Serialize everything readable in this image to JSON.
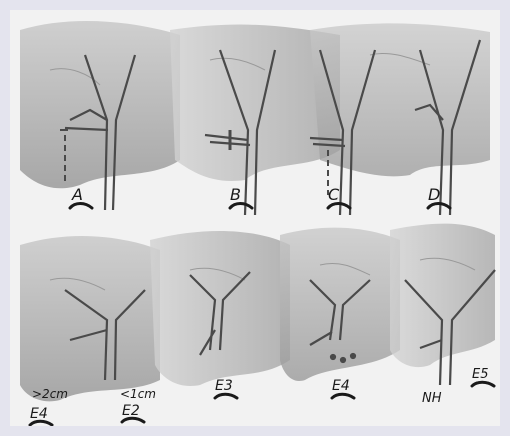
{
  "labels": {
    "A": "A",
    "B": "B",
    "C": "C",
    "D": "D",
    "size_gt": ">2cm",
    "size_lt": "<1cm",
    "e4a": "E4",
    "e2": "E2",
    "e3": "E3",
    "e4b": "E4",
    "nh": "NH",
    "e5": "E5"
  },
  "colors": {
    "paper": "#f2f2f2",
    "pencil_dark": "#5a5a5a",
    "pencil_light": "#b8b8b8",
    "ink": "#1a1a1a"
  }
}
